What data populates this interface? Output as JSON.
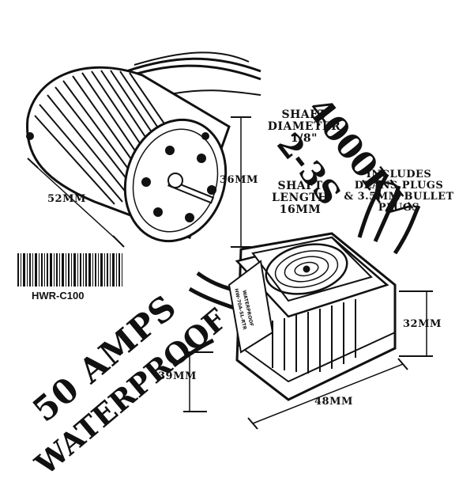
{
  "motor": {
    "length_label": "52MM",
    "diameter_label": "36MM"
  },
  "shaft": {
    "diameter_title": "SHAFT DIAMETER",
    "diameter_value": "1/8\"",
    "length_title": "SHAFT LENGTH",
    "length_value": "16MM"
  },
  "specs": {
    "kv": "4000KV",
    "cells": "2-3S",
    "includes_line1": "INCLUDES",
    "includes_line2": "DEANS PLUGS",
    "includes_line3": "& 3.5MM BULLET",
    "includes_line4": "PLUGS"
  },
  "barcode": {
    "label": "HWR-C100"
  },
  "esc": {
    "amps": "50 AMPS",
    "waterproof": "WATERPROOF",
    "height_label": "32MM",
    "side_label": "39MM",
    "width_label": "48MM",
    "sticker_line1": "HW-70A-SL-RTR",
    "sticker_line2": "WATERPROOF"
  },
  "colors": {
    "ink": "#111111",
    "background": "#ffffff"
  }
}
